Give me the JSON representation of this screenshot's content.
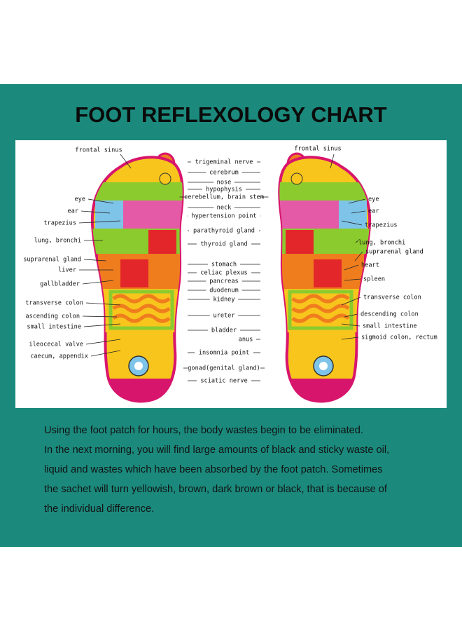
{
  "title": "FOOT REFLEXOLOGY CHART",
  "colors": {
    "panel_bg": "#1b8a7d",
    "chart_bg": "#ffffff",
    "foot_outline": "#d8156c",
    "foot_yellow": "#f7c51c",
    "zone_green": "#8ccb2e",
    "zone_orange": "#ef7d1e",
    "zone_red": "#e3262a",
    "zone_blue": "#7ec4e8",
    "zone_pink": "#e45aa6"
  },
  "labels": {
    "left": [
      "frontal sinus",
      "eye",
      "ear",
      "trapezius",
      "lung, bronchi",
      "suprarenal gland",
      "liver",
      "gallbladder",
      "transverse colon",
      "ascending colon",
      "small intestine",
      "ileocecal valve",
      "caecum, appendix"
    ],
    "center": [
      "trigeminal nerve",
      "cerebrum",
      "nose",
      "hypophysis",
      "cerebellum, brain stem",
      "neck",
      "hypertension point",
      "parathyroid gland",
      "thyroid gland",
      "stomach",
      "celiac plexus",
      "pancreas",
      "duodenum",
      "kidney",
      "ureter",
      "bladder",
      "anus",
      "insomnia point",
      "gonad(genital gland)",
      "sciatic nerve"
    ],
    "right": [
      "frontal sinus",
      "eye",
      "ear",
      "trapezius",
      "lung, bronchi",
      "suprarenal gland",
      "heart",
      "spleen",
      "transverse colon",
      "descending colon",
      "small intestine",
      "sigmoid colon, rectum"
    ]
  },
  "description": [
    "Using the foot patch for hours, the body wastes begin to be eliminated.",
    "In the next morning, you will find large amounts of black and sticky waste oil,",
    "liquid and wastes which have been absorbed by the foot patch. Sometimes",
    "the sachet will turn yellowish, brown, dark brown or black, that is because of",
    "the individual difference."
  ]
}
